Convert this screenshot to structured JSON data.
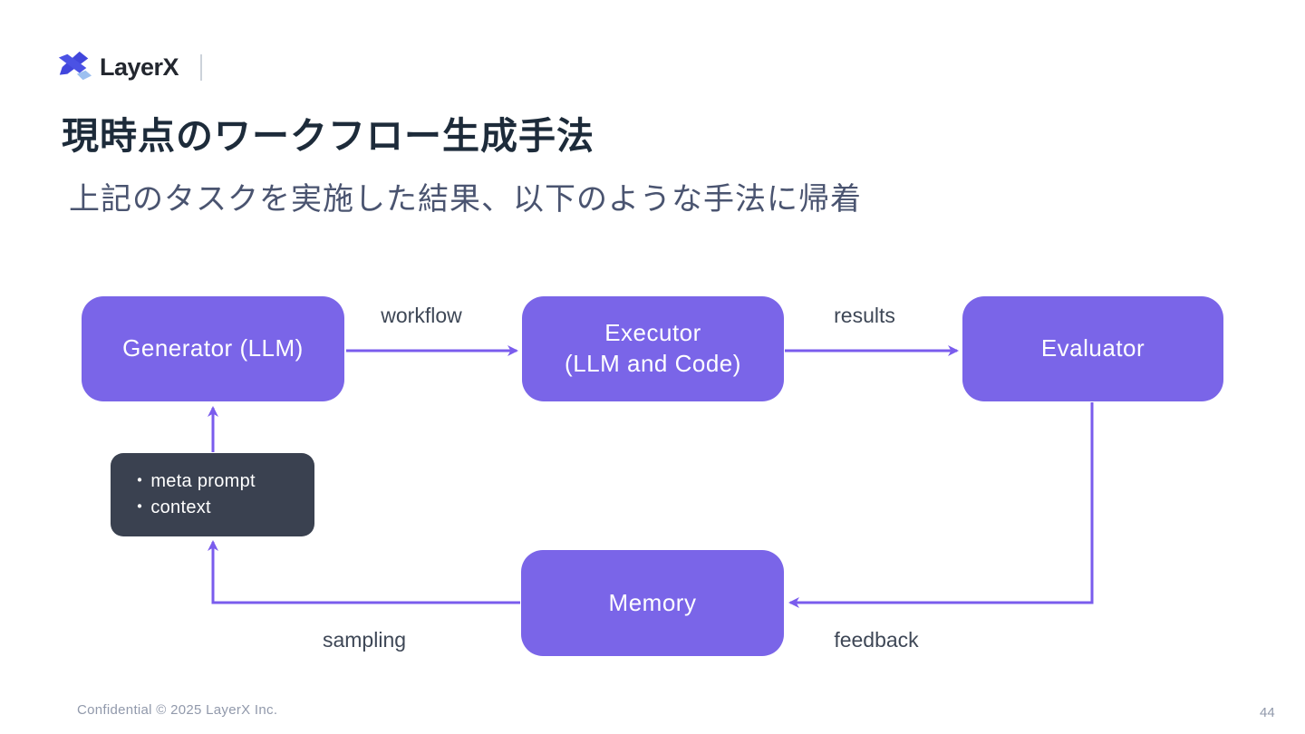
{
  "header": {
    "brand": "LayerX"
  },
  "title": "現時点のワークフロー生成手法",
  "subtitle": "上記のタスクを実施した結果、以下のような手法に帰着",
  "diagram": {
    "nodes": {
      "generator": {
        "label": "Generator (LLM)"
      },
      "executor": {
        "line1": "Executor",
        "line2": "(LLM and Code)"
      },
      "evaluator": {
        "label": "Evaluator"
      },
      "memory": {
        "label": "Memory"
      },
      "params": {
        "bullet": "・",
        "items": [
          "meta prompt",
          "context"
        ]
      }
    },
    "edge_labels": {
      "workflow": "workflow",
      "results": "results",
      "sampling": "sampling",
      "feedback": "feedback"
    },
    "colors": {
      "node_fill": "#7a65e8",
      "arrow": "#7a5ced",
      "params_fill": "#3a4150"
    }
  },
  "footer": {
    "confidential": "Confidential © 2025 LayerX Inc.",
    "page_number": "44"
  }
}
